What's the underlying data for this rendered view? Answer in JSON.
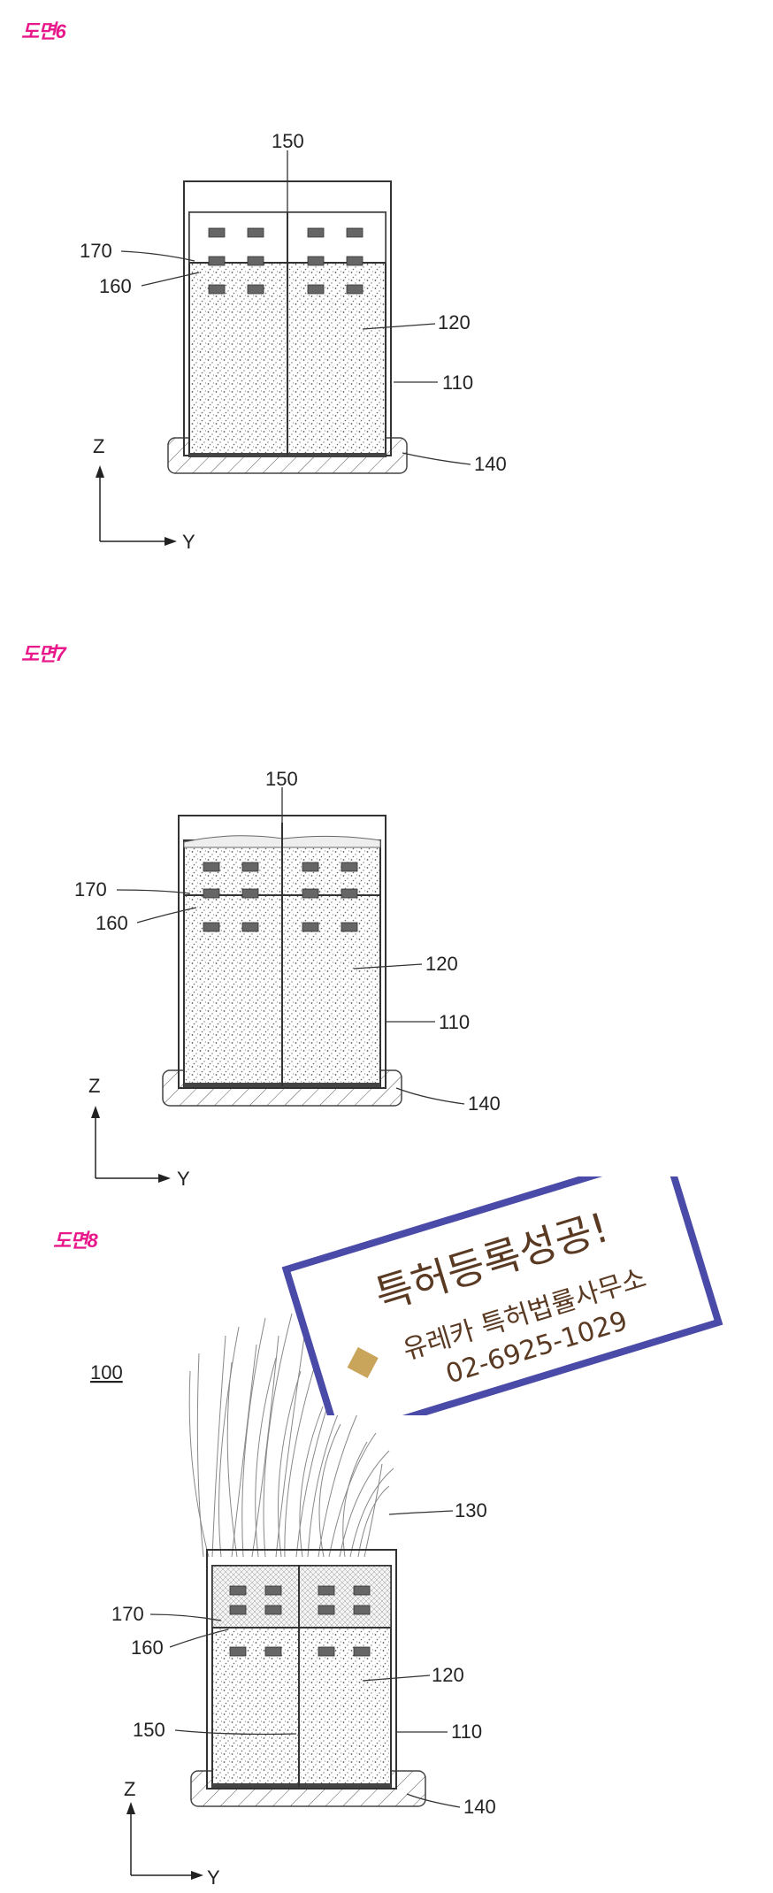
{
  "figures": [
    {
      "title": "도면6",
      "labels": {
        "l150": "150",
        "l170": "170",
        "l160": "160",
        "l120": "120",
        "l110": "110",
        "l140": "140",
        "axis_z": "Z",
        "axis_y": "Y"
      }
    },
    {
      "title": "도면7",
      "labels": {
        "l150": "150",
        "l170": "170",
        "l160": "160",
        "l120": "120",
        "l110": "110",
        "l140": "140",
        "axis_z": "Z",
        "axis_y": "Y"
      }
    },
    {
      "title": "도면8",
      "labels": {
        "l100": "100",
        "l130": "130",
        "l170": "170",
        "l160": "160",
        "l120": "120",
        "l150": "150",
        "l110": "110",
        "l140": "140",
        "axis_z": "Z",
        "axis_y": "Y"
      }
    }
  ],
  "stamp": {
    "headline": "특허등록성공!",
    "office": "유레카 특허법률사무소",
    "phone": "02-6925-1029",
    "border_color": "#4a4aa8",
    "text_color": "#5a3a22"
  }
}
